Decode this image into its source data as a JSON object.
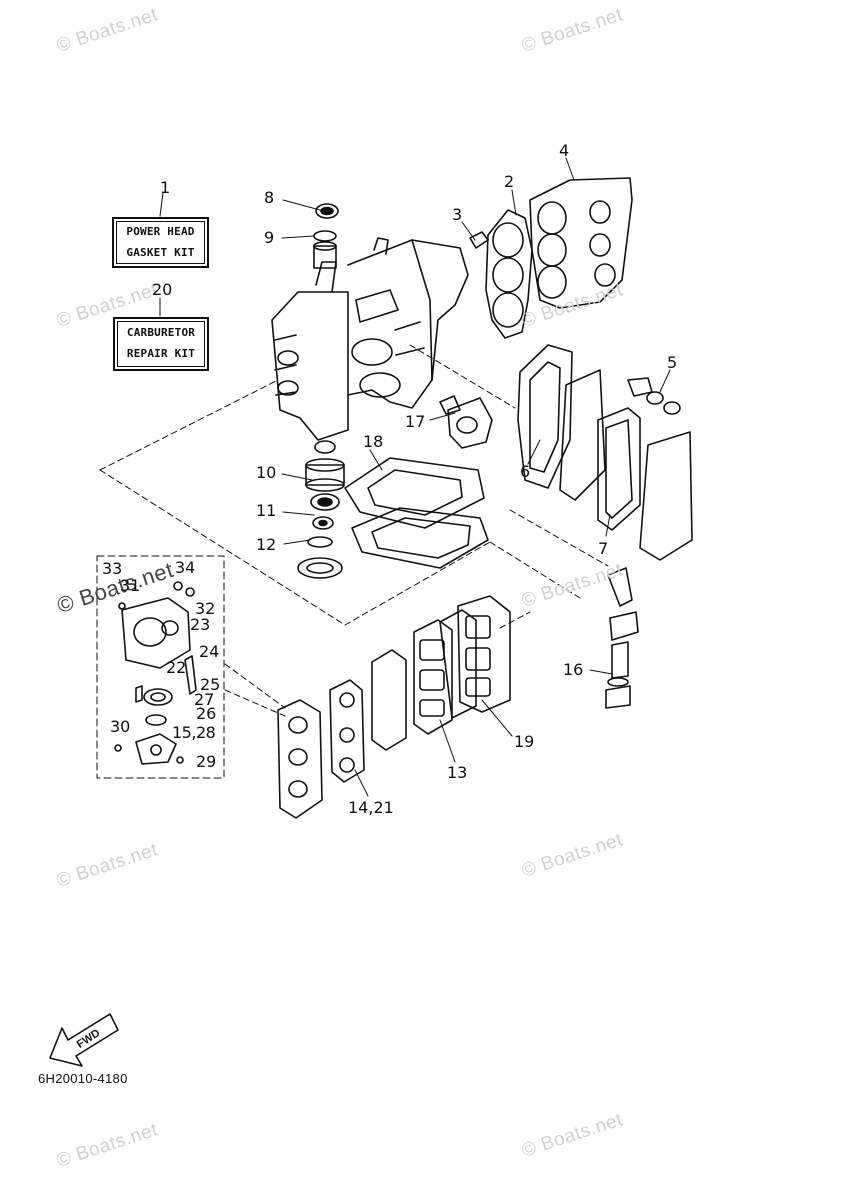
{
  "watermark": "© Boats.net",
  "kits": {
    "power_head": {
      "line1": "POWER HEAD",
      "line2": "GASKET KIT"
    },
    "carburetor": {
      "line1": "CARBURETOR",
      "line2": "REPAIR KIT"
    }
  },
  "callouts": [
    "1",
    "2",
    "3",
    "4",
    "5",
    "6",
    "7",
    "8",
    "9",
    "10",
    "11",
    "12",
    "13",
    "14,21",
    "15,28",
    "16",
    "17",
    "18",
    "19",
    "20",
    "22",
    "23",
    "24",
    "25",
    "26",
    "27",
    "29",
    "30",
    "31",
    "32",
    "33",
    "34"
  ],
  "fwd_label": "FWD",
  "drawing_code": "6H20010-4180"
}
